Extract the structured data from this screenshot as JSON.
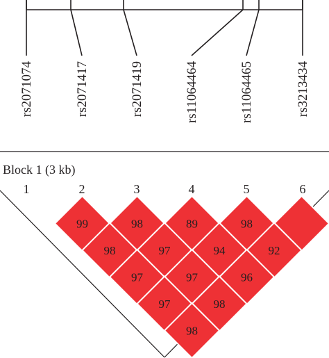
{
  "block_label": "Block 1 (3 kb)",
  "colors": {
    "high_ld": "#ee3135",
    "text": "#231f20",
    "cell_border": "#ffffff"
  },
  "snps": [
    "rs2071074",
    "rs2071417",
    "rs2071419",
    "rs11064464",
    "rs11064465",
    "rs3213434"
  ],
  "marker_numbers": [
    "1",
    "2",
    "3",
    "4",
    "5",
    "6"
  ],
  "chart_data": {
    "type": "heatmap",
    "description_of_rows": "pairwise D' (%) between marker i and marker j; blank = 100",
    "pairs": [
      {
        "i": 1,
        "j": 2,
        "value": "99"
      },
      {
        "i": 2,
        "j": 3,
        "value": "98"
      },
      {
        "i": 3,
        "j": 4,
        "value": "89"
      },
      {
        "i": 4,
        "j": 5,
        "value": "98"
      },
      {
        "i": 5,
        "j": 6,
        "value": ""
      },
      {
        "i": 1,
        "j": 3,
        "value": "98"
      },
      {
        "i": 2,
        "j": 4,
        "value": "97"
      },
      {
        "i": 3,
        "j": 5,
        "value": "94"
      },
      {
        "i": 4,
        "j": 6,
        "value": "92"
      },
      {
        "i": 1,
        "j": 4,
        "value": "97"
      },
      {
        "i": 2,
        "j": 5,
        "value": "97"
      },
      {
        "i": 3,
        "j": 6,
        "value": "96"
      },
      {
        "i": 1,
        "j": 5,
        "value": "97"
      },
      {
        "i": 2,
        "j": 6,
        "value": "98"
      },
      {
        "i": 1,
        "j": 6,
        "value": "98"
      }
    ]
  }
}
